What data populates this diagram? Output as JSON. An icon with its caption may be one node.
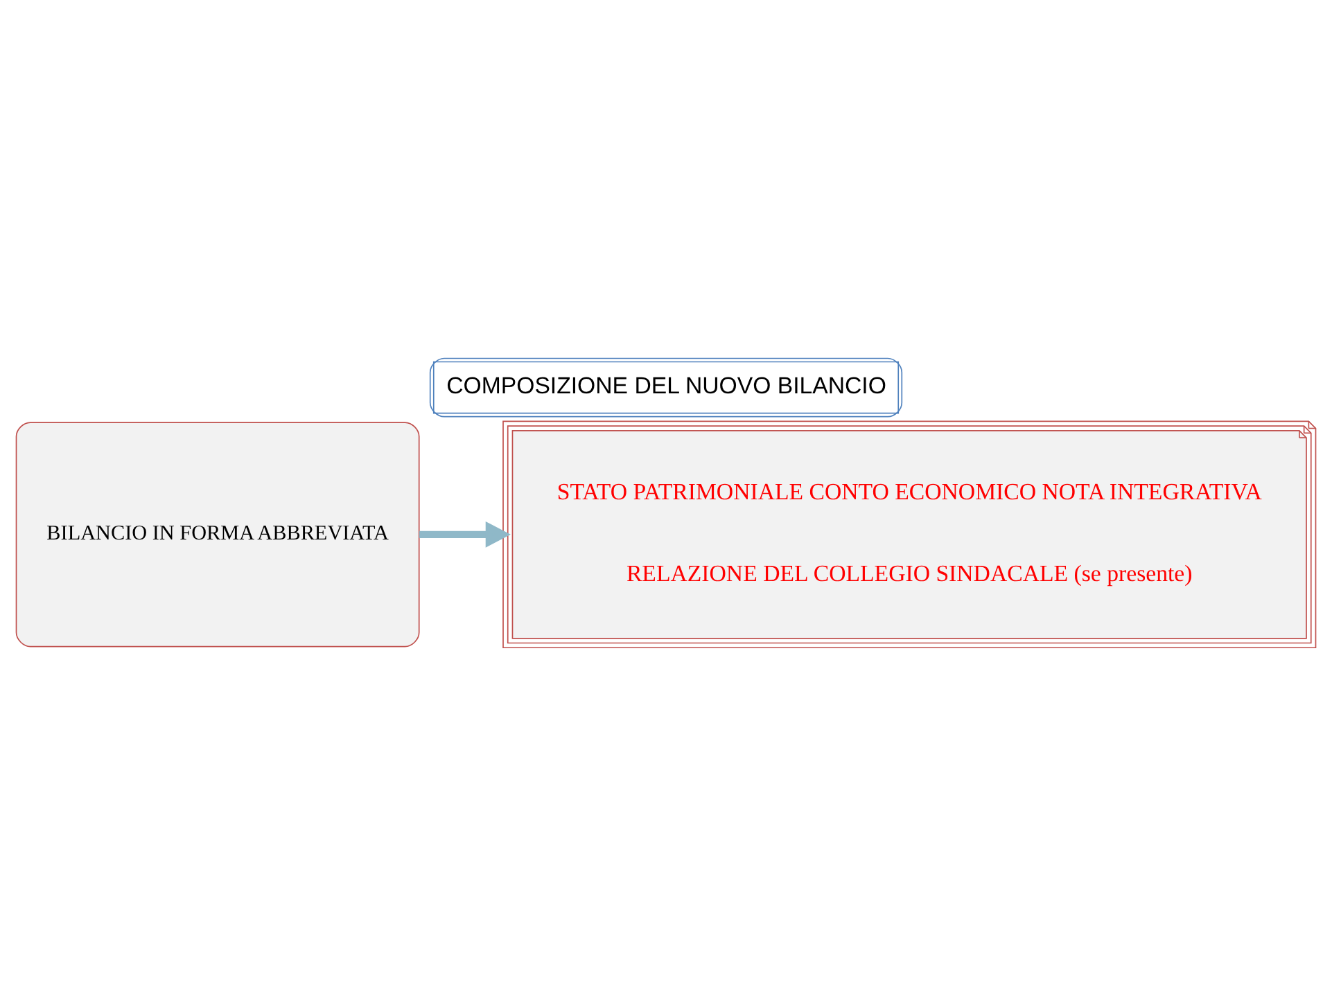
{
  "diagram": {
    "title": "COMPOSIZIONE DEL NUOVO BILANCIO",
    "nodes": [
      {
        "text": [
          "BILANCIO IN FORMA ABBREVIATA"
        ]
      },
      {
        "text": [
          "STATO PATRIMONIALE CONTO ECONOMICO NOTA INTEGRATIVA",
          "RELAZIONE DEL COLLEGIO SINDACALE (se presente)"
        ]
      }
    ],
    "edges": [
      {
        "from": 0,
        "to": 1,
        "arrow": "to"
      }
    ]
  }
}
